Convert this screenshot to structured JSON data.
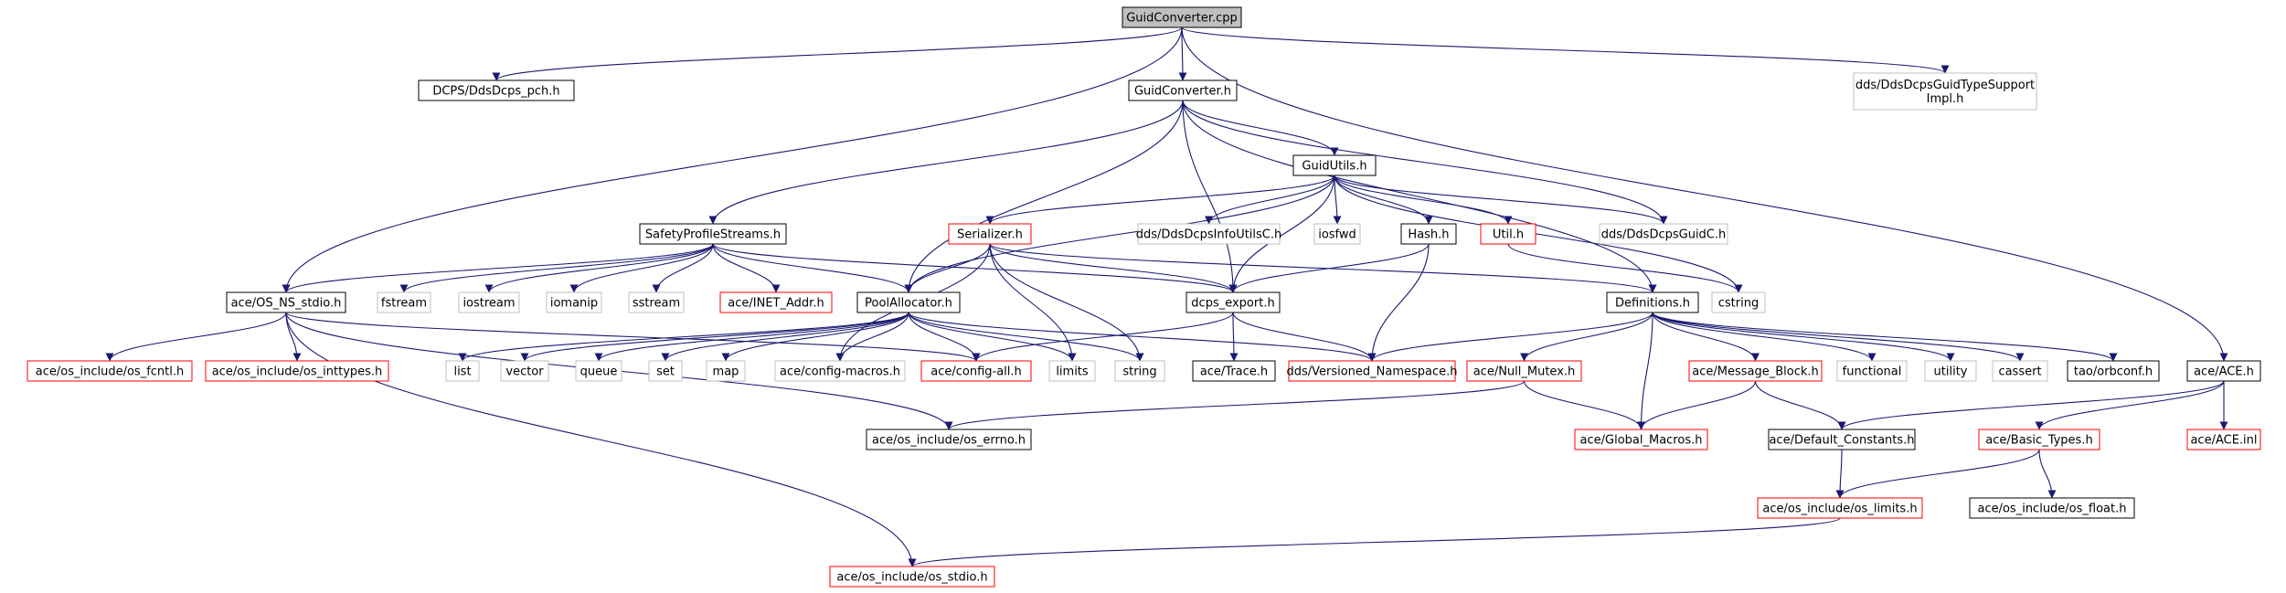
{
  "colors": {
    "edge": "#191970",
    "border_black": "#000000",
    "border_red": "#ff0000",
    "border_gray": "#bfbfbf",
    "root_fill": "#bfbfbf",
    "text": "#000000"
  },
  "nodes": [
    {
      "id": "guidconverter_cpp",
      "lines": [
        "GuidConverter.cpp"
      ],
      "style": "root"
    },
    {
      "id": "dcps_ddsdcps_pch_h",
      "lines": [
        "DCPS/DdsDcps_pch.h"
      ],
      "style": "black"
    },
    {
      "id": "guidconverter_h",
      "lines": [
        "GuidConverter.h"
      ],
      "style": "black"
    },
    {
      "id": "ddsdcpsguidtypesupportimpl_h",
      "lines": [
        "dds/DdsDcpsGuidTypeSupport",
        "Impl.h"
      ],
      "style": "gray"
    },
    {
      "id": "guidutils_h",
      "lines": [
        "GuidUtils.h"
      ],
      "style": "black"
    },
    {
      "id": "safetyprofilestreams_h",
      "lines": [
        "SafetyProfileStreams.h"
      ],
      "style": "black"
    },
    {
      "id": "serializer_h",
      "lines": [
        "Serializer.h"
      ],
      "style": "red"
    },
    {
      "id": "ddsdcpsinfoutilsc_h",
      "lines": [
        "dds/DdsDcpsInfoUtilsC.h"
      ],
      "style": "gray"
    },
    {
      "id": "iosfwd",
      "lines": [
        "iosfwd"
      ],
      "style": "gray"
    },
    {
      "id": "hash_h",
      "lines": [
        "Hash.h"
      ],
      "style": "black"
    },
    {
      "id": "util_h",
      "lines": [
        "Util.h"
      ],
      "style": "red"
    },
    {
      "id": "ddsdcpsguidc_h",
      "lines": [
        "dds/DdsDcpsGuidC.h"
      ],
      "style": "gray"
    },
    {
      "id": "ace_os_ns_stdio_h",
      "lines": [
        "ace/OS_NS_stdio.h"
      ],
      "style": "black"
    },
    {
      "id": "fstream",
      "lines": [
        "fstream"
      ],
      "style": "gray"
    },
    {
      "id": "iostream",
      "lines": [
        "iostream"
      ],
      "style": "gray"
    },
    {
      "id": "iomanip",
      "lines": [
        "iomanip"
      ],
      "style": "gray"
    },
    {
      "id": "sstream",
      "lines": [
        "sstream"
      ],
      "style": "gray"
    },
    {
      "id": "ace_inet_addr_h",
      "lines": [
        "ace/INET_Addr.h"
      ],
      "style": "red"
    },
    {
      "id": "poolallocator_h",
      "lines": [
        "PoolAllocator.h"
      ],
      "style": "black"
    },
    {
      "id": "dcps_export_h",
      "lines": [
        "dcps_export.h"
      ],
      "style": "black"
    },
    {
      "id": "definitions_h",
      "lines": [
        "Definitions.h"
      ],
      "style": "black"
    },
    {
      "id": "cstring",
      "lines": [
        "cstring"
      ],
      "style": "gray"
    },
    {
      "id": "ace_os_include_os_fcntl_h",
      "lines": [
        "ace/os_include/os_fcntl.h"
      ],
      "style": "red"
    },
    {
      "id": "ace_os_include_os_inttypes_h",
      "lines": [
        "ace/os_include/os_inttypes.h"
      ],
      "style": "red"
    },
    {
      "id": "list",
      "lines": [
        "list"
      ],
      "style": "gray"
    },
    {
      "id": "vector",
      "lines": [
        "vector"
      ],
      "style": "gray"
    },
    {
      "id": "queue",
      "lines": [
        "queue"
      ],
      "style": "gray"
    },
    {
      "id": "set",
      "lines": [
        "set"
      ],
      "style": "gray"
    },
    {
      "id": "map",
      "lines": [
        "map"
      ],
      "style": "gray"
    },
    {
      "id": "ace_config_macros_h",
      "lines": [
        "ace/config-macros.h"
      ],
      "style": "gray"
    },
    {
      "id": "ace_config_all_h",
      "lines": [
        "ace/config-all.h"
      ],
      "style": "red"
    },
    {
      "id": "limits",
      "lines": [
        "limits"
      ],
      "style": "gray"
    },
    {
      "id": "string",
      "lines": [
        "string"
      ],
      "style": "gray"
    },
    {
      "id": "ace_trace_h",
      "lines": [
        "ace/Trace.h"
      ],
      "style": "black"
    },
    {
      "id": "dds_versioned_namespace_h",
      "lines": [
        "dds/Versioned_Namespace.h"
      ],
      "style": "red"
    },
    {
      "id": "ace_null_mutex_h",
      "lines": [
        "ace/Null_Mutex.h"
      ],
      "style": "red"
    },
    {
      "id": "ace_message_block_h",
      "lines": [
        "ace/Message_Block.h"
      ],
      "style": "red"
    },
    {
      "id": "functional",
      "lines": [
        "functional"
      ],
      "style": "gray"
    },
    {
      "id": "utility",
      "lines": [
        "utility"
      ],
      "style": "gray"
    },
    {
      "id": "cassert",
      "lines": [
        "cassert"
      ],
      "style": "gray"
    },
    {
      "id": "tao_orbconf_h",
      "lines": [
        "tao/orbconf.h"
      ],
      "style": "black"
    },
    {
      "id": "ace_ace_h",
      "lines": [
        "ace/ACE.h"
      ],
      "style": "black"
    },
    {
      "id": "ace_os_include_os_errno_h",
      "lines": [
        "ace/os_include/os_errno.h"
      ],
      "style": "black"
    },
    {
      "id": "ace_global_macros_h",
      "lines": [
        "ace/Global_Macros.h"
      ],
      "style": "red"
    },
    {
      "id": "ace_default_constants_h",
      "lines": [
        "ace/Default_Constants.h"
      ],
      "style": "black"
    },
    {
      "id": "ace_basic_types_h",
      "lines": [
        "ace/Basic_Types.h"
      ],
      "style": "red"
    },
    {
      "id": "ace_ace_inl",
      "lines": [
        "ace/ACE.inl"
      ],
      "style": "red"
    },
    {
      "id": "ace_os_include_os_limits_h",
      "lines": [
        "ace/os_include/os_limits.h"
      ],
      "style": "red"
    },
    {
      "id": "ace_os_include_os_float_h",
      "lines": [
        "ace/os_include/os_float.h"
      ],
      "style": "black"
    },
    {
      "id": "ace_os_include_os_stdio_h",
      "lines": [
        "ace/os_include/os_stdio.h"
      ],
      "style": "red"
    }
  ],
  "edges": [
    [
      "guidconverter_cpp",
      "dcps_ddsdcps_pch_h"
    ],
    [
      "guidconverter_cpp",
      "guidconverter_h"
    ],
    [
      "guidconverter_cpp",
      "ddsdcpsguidtypesupportimpl_h"
    ],
    [
      "guidconverter_cpp",
      "ace_os_ns_stdio_h"
    ],
    [
      "guidconverter_cpp",
      "ace_ace_h"
    ],
    [
      "guidconverter_h",
      "guidutils_h"
    ],
    [
      "guidconverter_h",
      "safetyprofilestreams_h"
    ],
    [
      "guidconverter_h",
      "poolallocator_h"
    ],
    [
      "guidconverter_h",
      "dcps_export_h"
    ],
    [
      "guidconverter_h",
      "ddsdcpsguidc_h"
    ],
    [
      "guidconverter_h",
      "definitions_h"
    ],
    [
      "guidutils_h",
      "serializer_h"
    ],
    [
      "guidutils_h",
      "ddsdcpsinfoutilsc_h"
    ],
    [
      "guidutils_h",
      "iosfwd"
    ],
    [
      "guidutils_h",
      "hash_h"
    ],
    [
      "guidutils_h",
      "util_h"
    ],
    [
      "guidutils_h",
      "ddsdcpsguidc_h"
    ],
    [
      "guidutils_h",
      "poolallocator_h"
    ],
    [
      "guidutils_h",
      "dcps_export_h"
    ],
    [
      "guidutils_h",
      "cstring"
    ],
    [
      "safetyprofilestreams_h",
      "ace_os_ns_stdio_h"
    ],
    [
      "safetyprofilestreams_h",
      "fstream"
    ],
    [
      "safetyprofilestreams_h",
      "iostream"
    ],
    [
      "safetyprofilestreams_h",
      "iomanip"
    ],
    [
      "safetyprofilestreams_h",
      "sstream"
    ],
    [
      "safetyprofilestreams_h",
      "ace_inet_addr_h"
    ],
    [
      "safetyprofilestreams_h",
      "poolallocator_h"
    ],
    [
      "safetyprofilestreams_h",
      "dcps_export_h"
    ],
    [
      "serializer_h",
      "poolallocator_h"
    ],
    [
      "serializer_h",
      "dcps_export_h"
    ],
    [
      "serializer_h",
      "definitions_h"
    ],
    [
      "serializer_h",
      "ace_config_macros_h"
    ],
    [
      "serializer_h",
      "limits"
    ],
    [
      "serializer_h",
      "string"
    ],
    [
      "hash_h",
      "dcps_export_h"
    ],
    [
      "hash_h",
      "dds_versioned_namespace_h"
    ],
    [
      "util_h",
      "cstring"
    ],
    [
      "ace_os_ns_stdio_h",
      "ace_os_include_os_fcntl_h"
    ],
    [
      "ace_os_ns_stdio_h",
      "ace_os_include_os_inttypes_h"
    ],
    [
      "ace_os_ns_stdio_h",
      "ace_config_all_h"
    ],
    [
      "ace_os_ns_stdio_h",
      "ace_os_include_os_errno_h"
    ],
    [
      "ace_os_ns_stdio_h",
      "ace_os_include_os_stdio_h"
    ],
    [
      "poolallocator_h",
      "list"
    ],
    [
      "poolallocator_h",
      "vector"
    ],
    [
      "poolallocator_h",
      "queue"
    ],
    [
      "poolallocator_h",
      "set"
    ],
    [
      "poolallocator_h",
      "map"
    ],
    [
      "poolallocator_h",
      "ace_config_macros_h"
    ],
    [
      "poolallocator_h",
      "ace_config_all_h"
    ],
    [
      "poolallocator_h",
      "limits"
    ],
    [
      "poolallocator_h",
      "string"
    ],
    [
      "poolallocator_h",
      "dds_versioned_namespace_h"
    ],
    [
      "dcps_export_h",
      "ace_config_all_h"
    ],
    [
      "dcps_export_h",
      "ace_trace_h"
    ],
    [
      "dcps_export_h",
      "dds_versioned_namespace_h"
    ],
    [
      "definitions_h",
      "dds_versioned_namespace_h"
    ],
    [
      "definitions_h",
      "ace_null_mutex_h"
    ],
    [
      "definitions_h",
      "ace_global_macros_h"
    ],
    [
      "definitions_h",
      "ace_message_block_h"
    ],
    [
      "definitions_h",
      "functional"
    ],
    [
      "definitions_h",
      "utility"
    ],
    [
      "definitions_h",
      "cassert"
    ],
    [
      "definitions_h",
      "tao_orbconf_h"
    ],
    [
      "ace_null_mutex_h",
      "ace_os_include_os_errno_h"
    ],
    [
      "ace_null_mutex_h",
      "ace_global_macros_h"
    ],
    [
      "ace_message_block_h",
      "ace_global_macros_h"
    ],
    [
      "ace_message_block_h",
      "ace_default_constants_h"
    ],
    [
      "ace_ace_h",
      "ace_default_constants_h"
    ],
    [
      "ace_ace_h",
      "ace_basic_types_h"
    ],
    [
      "ace_ace_h",
      "ace_ace_inl"
    ],
    [
      "ace_default_constants_h",
      "ace_os_include_os_limits_h"
    ],
    [
      "ace_basic_types_h",
      "ace_os_include_os_limits_h"
    ],
    [
      "ace_basic_types_h",
      "ace_os_include_os_float_h"
    ],
    [
      "ace_os_include_os_limits_h",
      "ace_os_include_os_stdio_h"
    ]
  ]
}
